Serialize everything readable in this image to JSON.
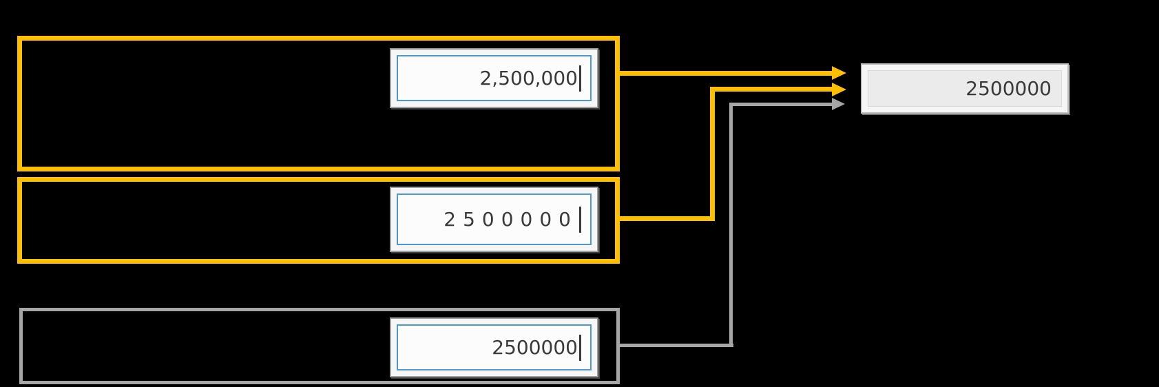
{
  "colors": {
    "canvas-bg": "#000000",
    "highlight": "#febf00",
    "neutral": "#a6a6a6",
    "focus-ring": "#4d97d3",
    "field-text": "#3a3a3a",
    "entry-bg": "#fcfcfc",
    "frame-bg": "#f6f6f6",
    "target-bg": "#ebebeb"
  },
  "fields": [
    {
      "id": "source-field-grouped",
      "value": "2,500,000"
    },
    {
      "id": "source-field-spaced",
      "value": "2500000"
    },
    {
      "id": "source-field-plain",
      "value": "2500000"
    }
  ],
  "target": {
    "value": "2500000"
  }
}
